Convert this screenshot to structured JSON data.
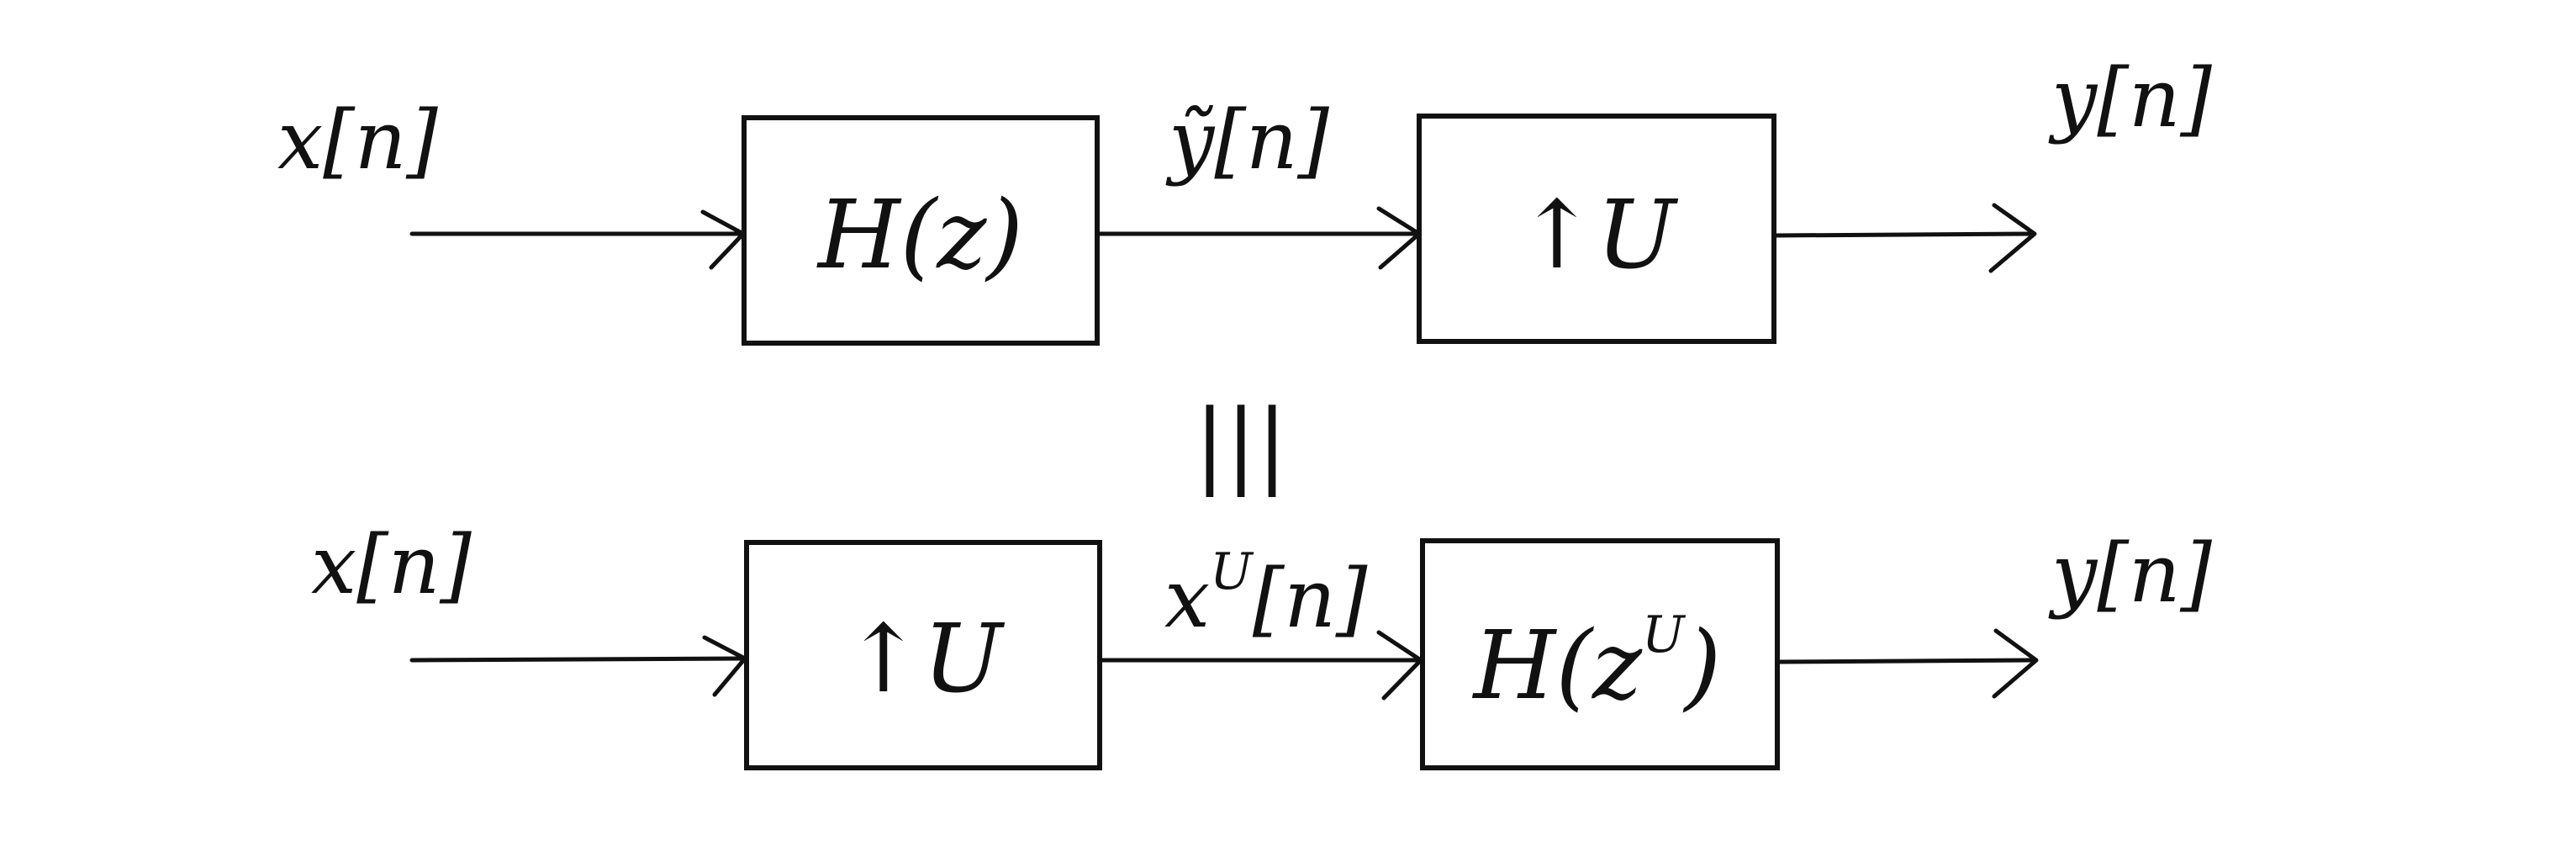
{
  "diagram": {
    "top_row": {
      "input_label": "x[n]",
      "block1_label": "H(z)",
      "intermediate_label": "ỹ[n]",
      "block2_label": "↑U",
      "output_label": "y[n]"
    },
    "equivalence_symbol": "|||",
    "bottom_row": {
      "input_label": "x[n]",
      "block1_label": "↑U",
      "intermediate_label_base": "x",
      "intermediate_label_sup": "U",
      "intermediate_label_tail": "[n]",
      "block2_label_base": "H(z",
      "block2_label_sup": "U",
      "block2_label_tail": ")",
      "output_label": "y[n]"
    }
  }
}
